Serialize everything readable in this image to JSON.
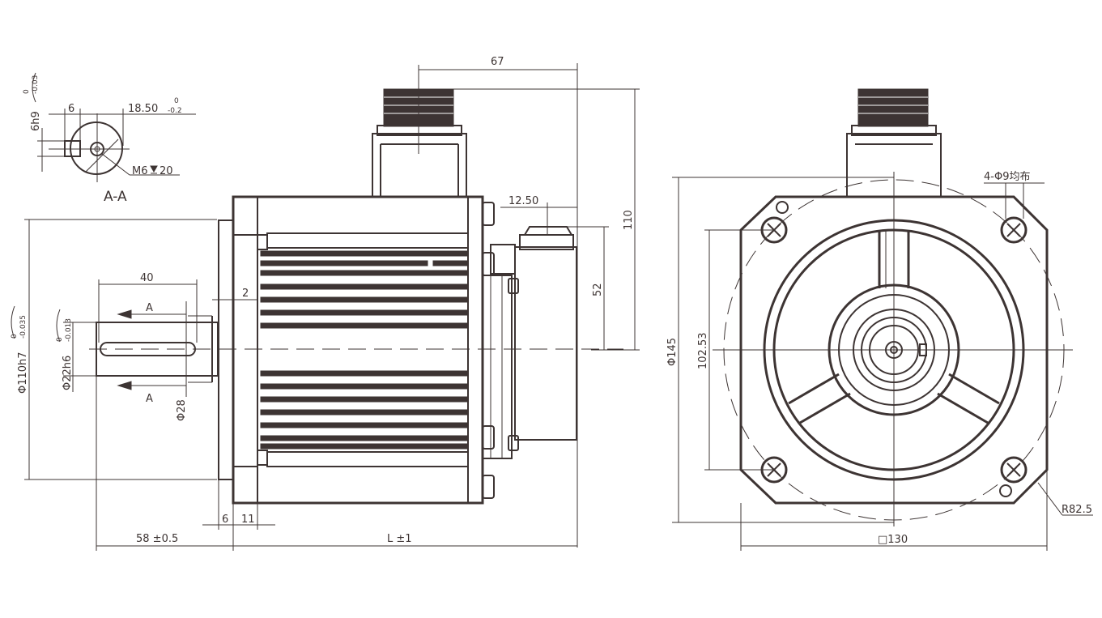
{
  "section": {
    "title": "A-A",
    "key_width": "6",
    "key_depth": "18.50",
    "key_depth_tol": [
      "0",
      "-0.2"
    ],
    "key_fit": "6h9",
    "key_fit_tol": [
      "0",
      "-0.03"
    ],
    "thread": "M6",
    "thread_depth": "20"
  },
  "side_view": {
    "connector_offset": "67",
    "encoder_offset": "12.50",
    "height_to_connector": "110",
    "height_to_encoder": "52",
    "key_length": "40",
    "shoulder": "2",
    "section_marker": "A",
    "pilot_dia": "Φ110h7",
    "pilot_tol": [
      "0",
      "-0.035"
    ],
    "shaft_dia": "Φ22h6",
    "shaft_tol": [
      "0",
      "-0.013"
    ],
    "hub_dia": "Φ28",
    "flange_thickness": "6",
    "flange_depth": "11",
    "shaft_length": "58 ±0.5",
    "body_length": "L ±1"
  },
  "front_view": {
    "bolt_circle": "Φ145",
    "bolt_spacing": "102.53",
    "holes": "4-Φ9均布",
    "square": "□130",
    "corner_radius": "R82.5"
  }
}
